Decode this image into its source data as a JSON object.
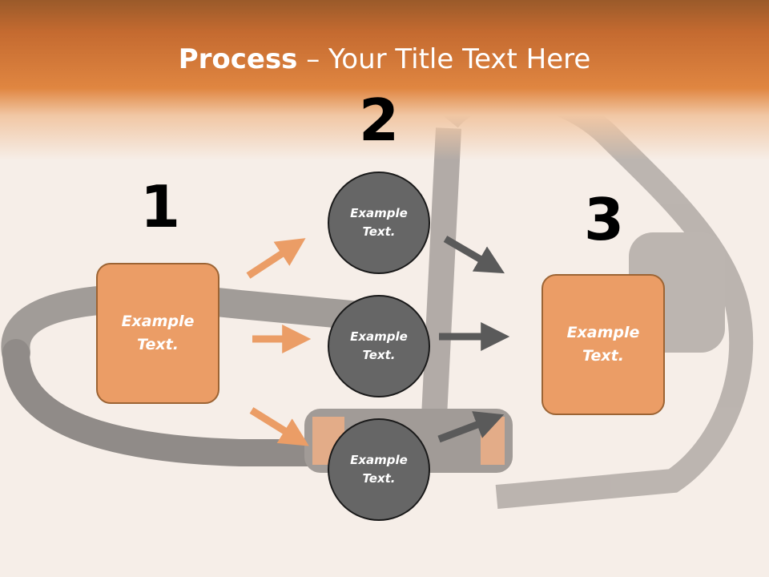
{
  "title": {
    "bold": "Process",
    "rest": " – Your Title Text Here"
  },
  "steps": {
    "one": "1",
    "two": "2",
    "three": "3"
  },
  "left_box": {
    "text": "Example Text."
  },
  "right_box": {
    "text": "Example Text."
  },
  "circles": [
    {
      "text": "Example Text."
    },
    {
      "text": "Example Text."
    },
    {
      "text": "Example Text."
    }
  ],
  "colors": {
    "accent": "#eb9d66",
    "circle": "#666666",
    "arrow_orange": "#eb9d66",
    "arrow_gray": "#5a5a5a"
  }
}
